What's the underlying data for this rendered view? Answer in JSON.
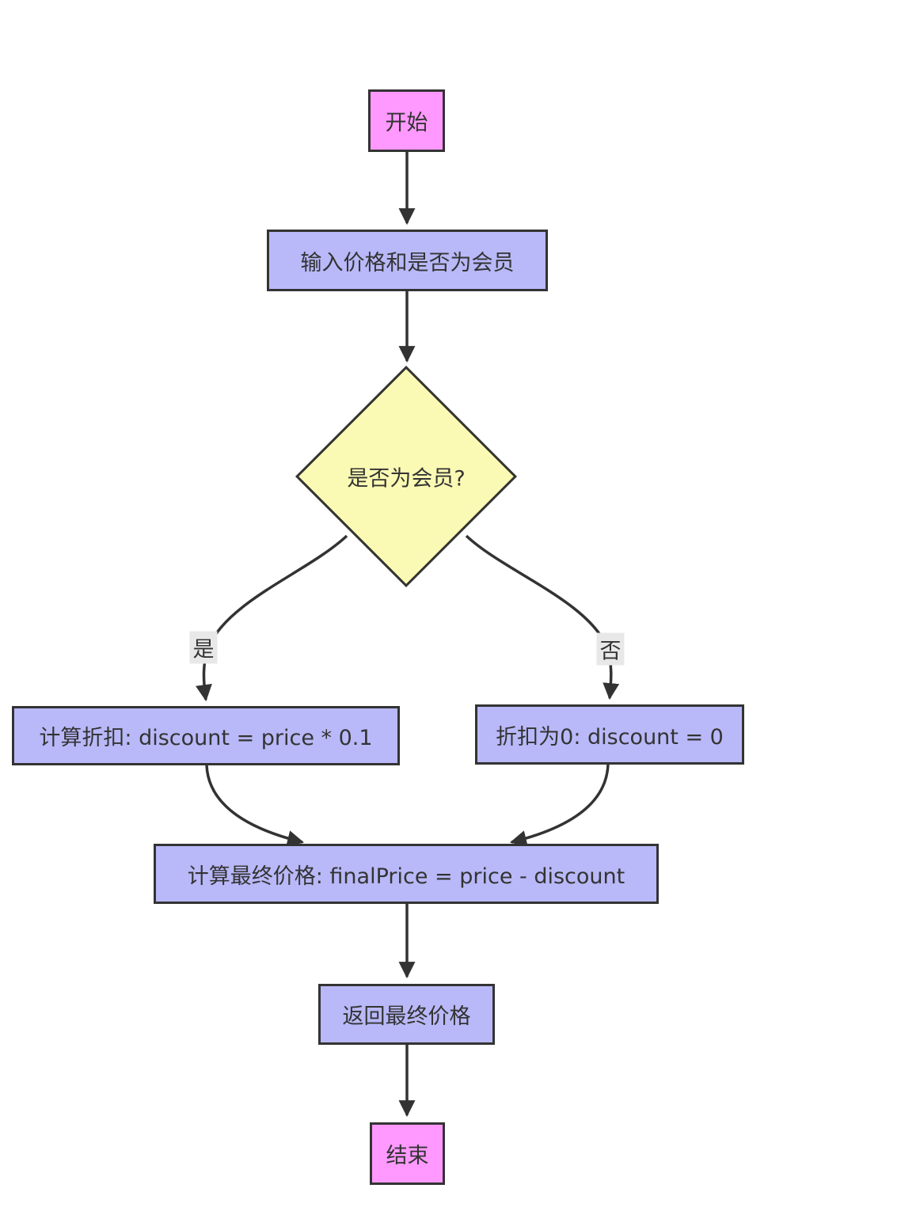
{
  "diagram": {
    "type": "flowchart",
    "direction": "top-down",
    "colors": {
      "terminal_fill": "#ff99ff",
      "process_fill": "#b9b9f9",
      "decision_fill": "#fafab4",
      "border_and_line": "#333333",
      "text": "#333333",
      "edge_label_bg": "#e8e8e8",
      "background": "#ffffff"
    },
    "nodes": {
      "start": {
        "label": "开始",
        "shape": "rect",
        "fill": "#ff99ff"
      },
      "input": {
        "label": "输入价格和是否为会员",
        "shape": "rect",
        "fill": "#b9b9f9"
      },
      "decision": {
        "label": "是否为会员?",
        "shape": "diamond",
        "fill": "#fafab4"
      },
      "calc_discount": {
        "label": "计算折扣: discount = price * 0.1",
        "shape": "rect",
        "fill": "#b9b9f9"
      },
      "zero_discount": {
        "label": "折扣为0: discount = 0",
        "shape": "rect",
        "fill": "#b9b9f9"
      },
      "final_price": {
        "label": "计算最终价格: finalPrice = price - discount",
        "shape": "rect",
        "fill": "#b9b9f9"
      },
      "return": {
        "label": "返回最终价格",
        "shape": "rect",
        "fill": "#b9b9f9"
      },
      "end": {
        "label": "结束",
        "shape": "rect",
        "fill": "#ff99ff"
      }
    },
    "edges": [
      {
        "from": "start",
        "to": "input",
        "label": ""
      },
      {
        "from": "input",
        "to": "decision",
        "label": ""
      },
      {
        "from": "decision",
        "to": "calc_discount",
        "label": "是"
      },
      {
        "from": "decision",
        "to": "zero_discount",
        "label": "否"
      },
      {
        "from": "calc_discount",
        "to": "final_price",
        "label": ""
      },
      {
        "from": "zero_discount",
        "to": "final_price",
        "label": ""
      },
      {
        "from": "final_price",
        "to": "return",
        "label": ""
      },
      {
        "from": "return",
        "to": "end",
        "label": ""
      }
    ],
    "edge_labels": {
      "yes": "是",
      "no": "否"
    }
  }
}
